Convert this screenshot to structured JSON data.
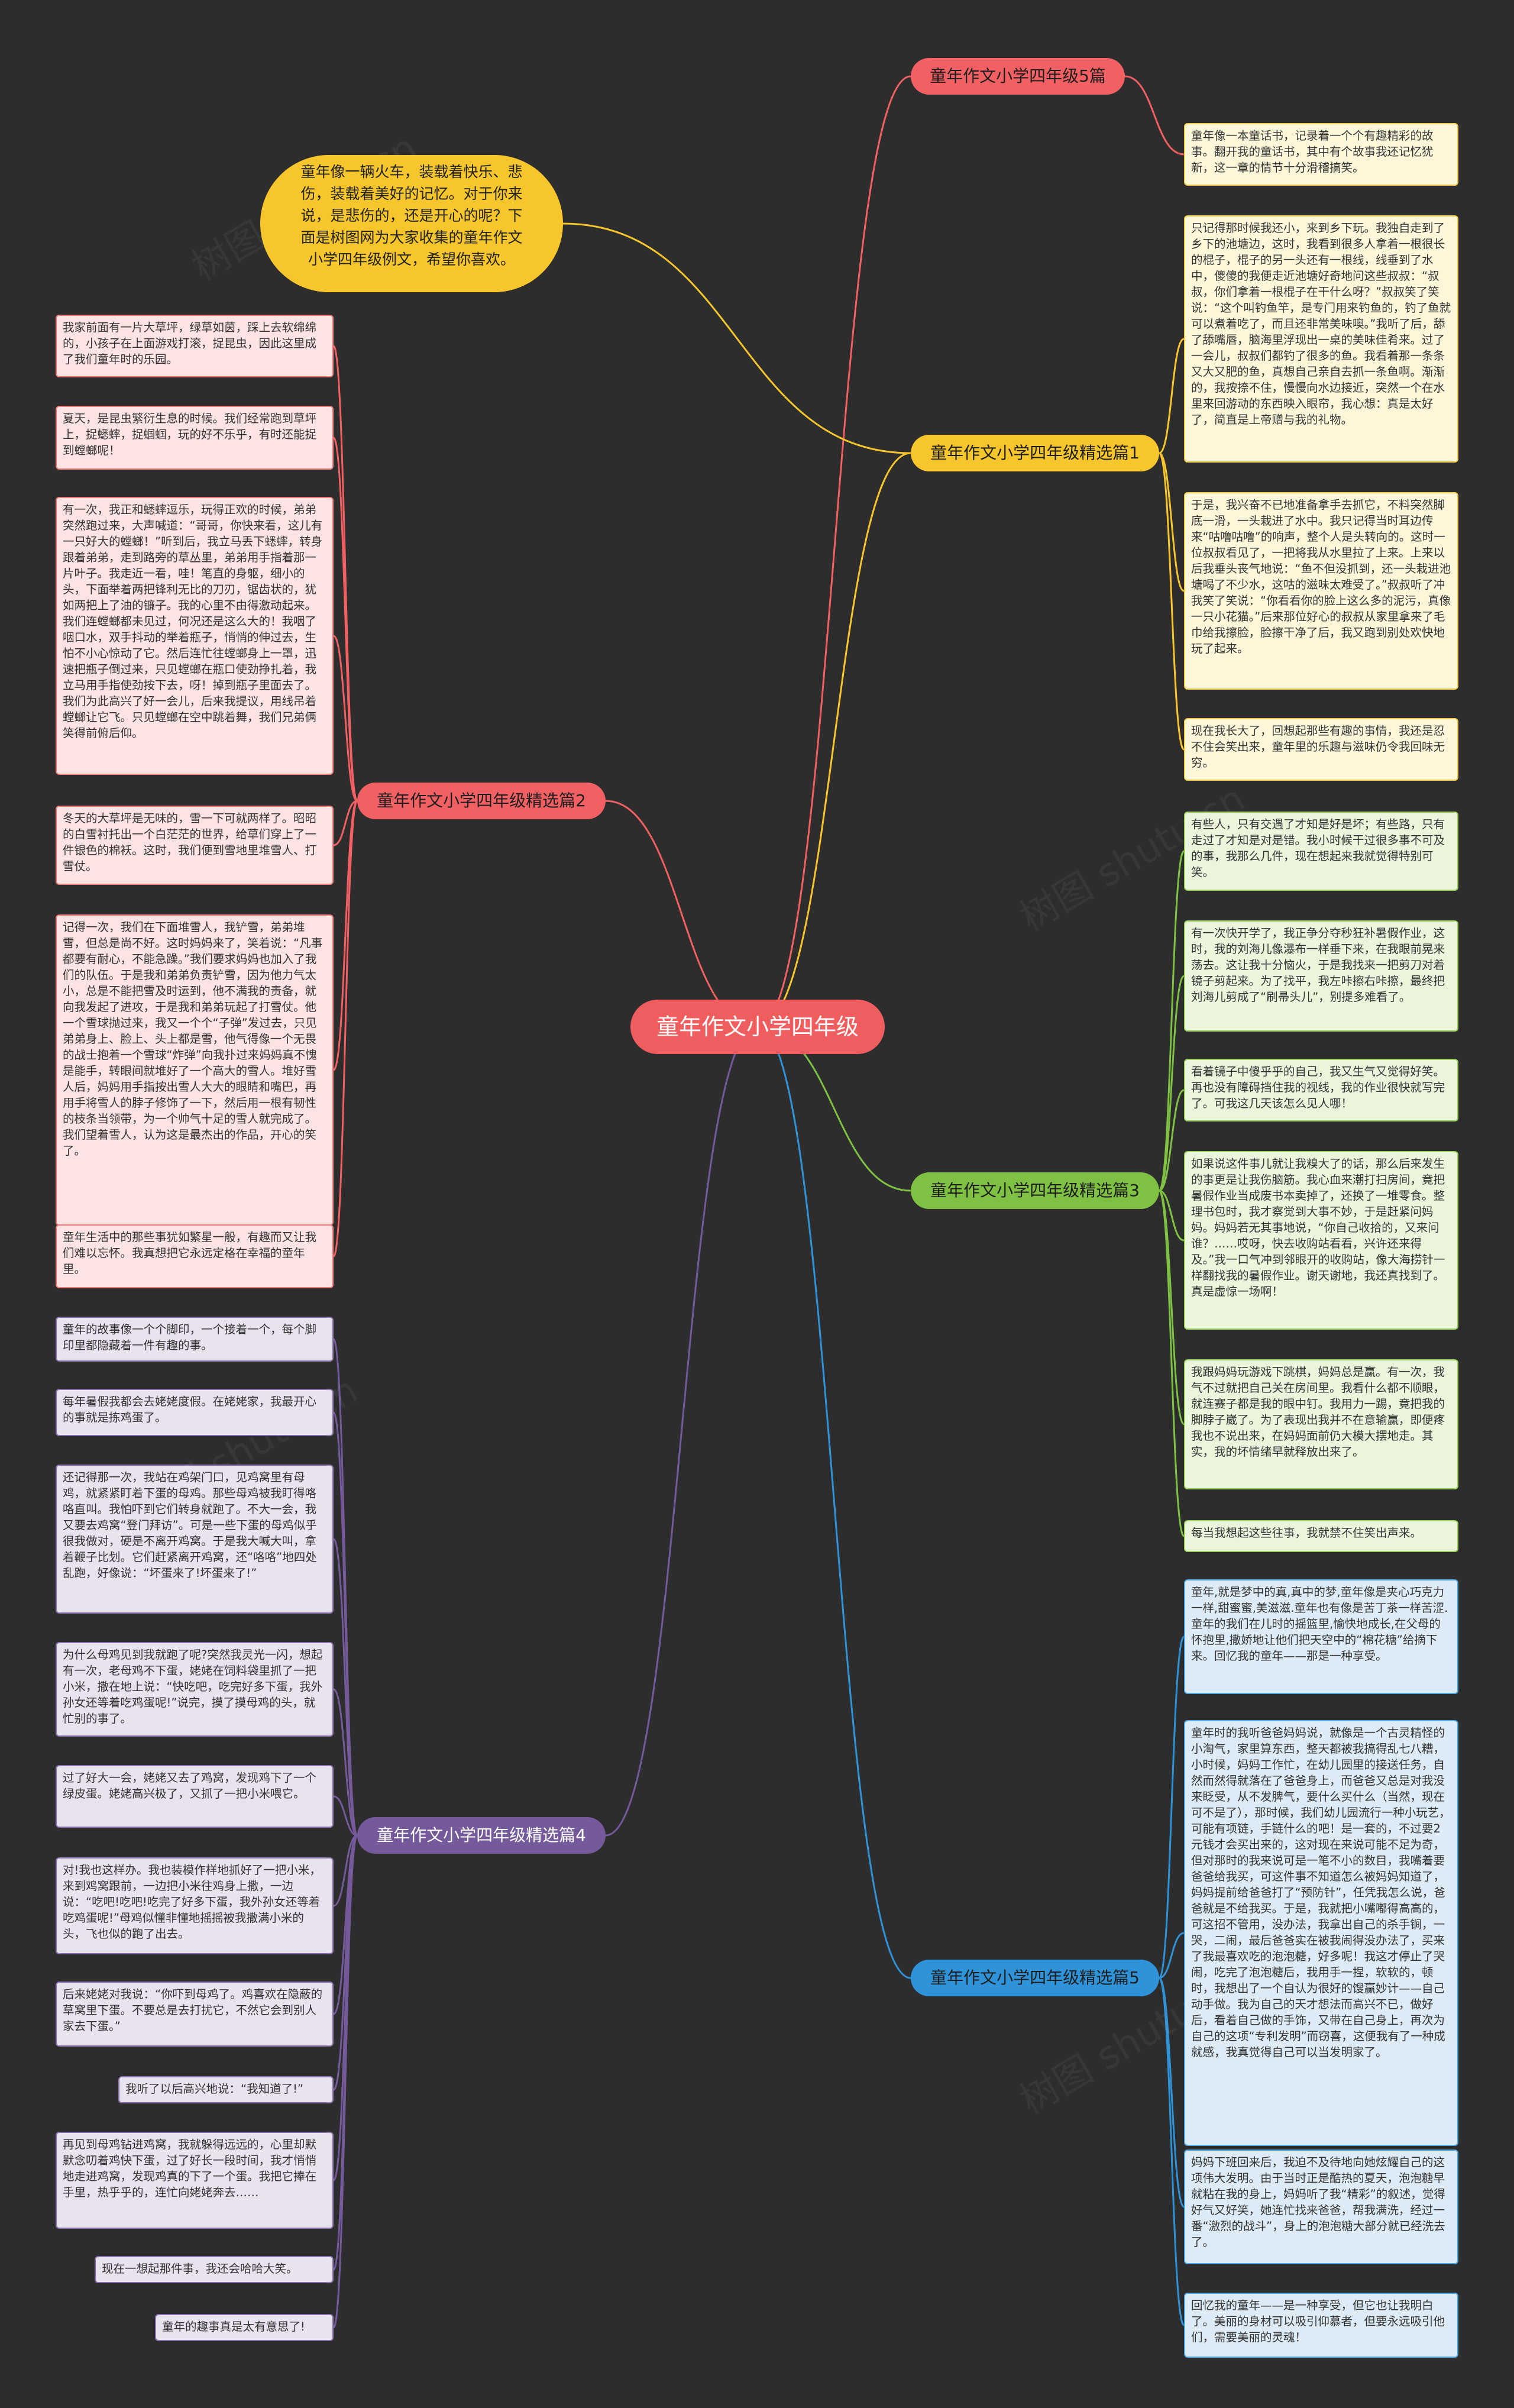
{
  "title": "童年作文小学四年级",
  "watermark": "树图 shutu.cn",
  "intro": "童年像一辆火车，装载着快乐、悲伤，装载着美好的记忆。对于你来说，是悲伤的，还是开心的呢？下面是树图网为大家收集的童年作文小学四年级例文，希望你喜欢。",
  "colors": {
    "background": "#2d2d2d",
    "center": "#ef5d5f",
    "red": "#f26063",
    "yellow": "#f7c52c",
    "green": "#7fc142",
    "blue": "#2e93d8",
    "purple": "#755a9b"
  },
  "branches": {
    "b5": {
      "label": "童年作文小学四年级5篇",
      "leaves": [
        "童年像一本童话书，记录着一个个有趣精彩的故事。翻开我的童话书，其中有个故事我还记忆犹新，这一章的情节十分滑稽搞笑。"
      ]
    },
    "b1": {
      "label": "童年作文小学四年级精选篇1",
      "leaves": [
        "只记得那时候我还小，来到乡下玩。我独自走到了乡下的池塘边，这时，我看到很多人拿着一根很长的棍子，棍子的另一头还有一根线，线垂到了水中，傻傻的我便走近池塘好奇地问这些叔叔：“叔叔，你们拿着一根棍子在干什么呀？”叔叔笑了笑说：“这个叫钓鱼竿，是专门用来钓鱼的，钓了鱼就可以煮着吃了，而且还非常美味噢。”我听了后，舔了舔嘴唇，脑海里浮现出一桌的美味佳肴来。过了一会儿，叔叔们都钓了很多的鱼。我看着那一条条又大又肥的鱼，真想自己亲自去抓一条鱼啊。渐渐的，我按捺不住，慢慢向水边接近，突然一个在水里来回游动的东西映入眼帘，我心想：真是太好了，简直是上帝赠与我的礼物。",
        "于是，我兴奋不已地准备拿手去抓它，不料突然脚底一滑，一头栽进了水中。我只记得当时耳边传来“咕噜咕噜”的响声，整个人是头转向的。这时一位叔叔看见了，一把将我从水里拉了上来。上来以后我垂头丧气地说：“鱼不但没抓到，还一头栽进池塘喝了不少水，这咕的滋味太难受了。”叔叔听了冲我笑了笑说：“你看看你的脸上这么多的泥污，真像一只小花猫。”后来那位好心的叔叔从家里拿来了毛巾给我擦脸，脸擦干净了后，我又跑到别处欢快地玩了起来。",
        "现在我长大了，回想起那些有趣的事情，我还是忍不住会笑出来，童年里的乐趣与滋味仍令我回味无穷。"
      ]
    },
    "b3": {
      "label": "童年作文小学四年级精选篇3",
      "leaves": [
        "有些人，只有交遇了才知是好是坏；有些路，只有走过了才知是对是错。我小时候干过很多事不可及的事，我那么几件，现在想起来我就觉得特别可笑。",
        "有一次快开学了，我正争分夺秒狂补暑假作业，这时，我的刘海儿像瀑布一样垂下来，在我眼前晃来荡去。这让我十分恼火，于是我找来一把剪刀对着镜子剪起来。为了找平，我左咔擦右咔擦，最终把刘海儿剪成了“刷帚头儿”，别提多难看了。",
        "看着镜子中傻乎乎的自己，我又生气又觉得好笑。再也没有障碍挡住我的视线，我的作业很快就写完了。可我这几天该怎么见人哪！",
        "如果说这件事儿就让我糗大了的话，那么后来发生的事更是让我伤脑筋。我心血来潮打扫房间，竟把暑假作业当成废书本卖掉了，还换了一堆零食。整理书包时，我才察觉到大事不妙，于是赶紧问妈妈。妈妈若无其事地说，“你自己收拾的，又来问谁？……哎呀，快去收购站看看，兴许还来得及。”我一口气冲到邻眼开的收购站，像大海捞针一样翻找我的暑假作业。谢天谢地，我还真找到了。真是虚惊一场啊！",
        "我跟妈妈玩游戏下跳棋，妈妈总是赢。有一次，我气不过就把自己关在房间里。我看什么都不顺眼，就连赛子都是我的眼中钉。我用力一踢，竟把我的脚脖子崴了。为了表现出我并不在意输赢，即便疼我也不说出来，在妈妈面前仍大模大摆地走。其实，我的坏情绪早就释放出来了。",
        "每当我想起这些往事，我就禁不住笑出声来。"
      ]
    },
    "b05": {
      "label": "童年作文小学四年级精选篇5",
      "leaves": [
        "童年,就是梦中的真,真中的梦,童年像是夹心巧克力一样,甜蜜蜜,美滋滋.童年也有像是苦丁茶一样苦涩.童年的我们在儿时的摇篮里,愉快地成长,在父母的怀抱里,撒娇地让他们把天空中的“棉花糖”给摘下来。回忆我的童年——那是一种享受。",
        "童年时的我听爸爸妈妈说，就像是一个古灵精怪的小淘气，家里算东西，整天都被我搞得乱七八糟，小时候，妈妈工作忙，在幼儿园里的接送任务，自然而然得就落在了爸爸身上，而爸爸又总是对我没来眨受，从不发脾气，要什么买什么（当然，现在可不是了），那时候，我们幼儿园流行一种小玩艺，可能有项链，手链什么的吧！是一套的，不过要2元钱才会买出来的，这对现在来说可能不足为奇，但对那时的我来说可是一笔不小的数目，我嘴着要爸爸给我买，可这件事不知道怎么被妈妈知道了，妈妈提前给爸爸打了“预防针”，任凭我怎么说，爸爸就是不给我买。于是，我就把小嘴嘟得高高的，可这招不管用，没办法，我拿出自己的杀手锏，一哭，二闹，最后爸爸实在被我闹得没办法了，买来了我最喜欢吃的泡泡糖，好多呢！我这才停止了哭闹，吃完了泡泡糖后，我用手一捏，软软的，顿时，我想出了一个自认为很好的馊赢妙计——自己动手做。我为自己的天才想法而高兴不已，做好后，看着自己做的手饰，又带在自己身上，再次为自己的这项“专利发明”而窃喜，这便我有了一种成就感，我真觉得自己可以当发明家了。",
        "妈妈下班回来后，我迫不及待地向她炫耀自己的这项伟大发明。由于当时正是酷热的夏天，泡泡糖早就粘在我的身上，妈妈听了我“精彩”的叙述，觉得好气又好笑，她连忙找来爸爸，帮我满洗，经过一番“激烈的战斗”，身上的泡泡糖大部分就已经洗去了。",
        "回忆我的童年——是一种享受，但它也让我明白了。美丽的身材可以吸引仰慕者，但要永远吸引他们，需要美丽的灵魂！"
      ]
    },
    "b2": {
      "label": "童年作文小学四年级精选篇2",
      "leaves": [
        "我家前面有一片大草坪，绿草如茵，踩上去软绵绵的，小孩子在上面游戏打滚，捉昆虫，因此这里成了我们童年时的乐园。",
        "夏天，是昆虫繁衍生息的时候。我们经常跑到草坪上，捉蟋蟀，捉蝈蝈，玩的好不乐乎，有时还能捉到螳螂呢！",
        "有一次，我正和蟋蟀逗乐，玩得正欢的时候，弟弟突然跑过来，大声喊道：“哥哥，你快来看，这儿有一只好大的螳螂！”听到后，我立马丢下蟋蟀，转身跟着弟弟，走到路旁的草丛里，弟弟用手指着那一片叶子。我走近一看，哇！笔直的身躯，细小的头，下面举着两把锋利无比的刀刃，锯齿状的，犹如两把上了油的镰子。我的心里不由得激动起来。我们连螳螂都未见过，何况还是这么大的！我咽了咽口水，双手抖动的举着瓶子，悄悄的伸过去，生怕不小心惊动了它。然后连忙往螳螂身上一罩，迅速把瓶子倒过来，只见螳螂在瓶口使劲挣扎着，我立马用手指使劲按下去，呀！掉到瓶子里面去了。我们为此高兴了好一会儿，后来我提议，用线吊着螳螂让它飞。只见螳螂在空中跳着舞，我们兄弟俩笑得前俯后仰。",
        "冬天的大草坪是无味的，雪一下可就两样了。昭昭的白雪衬托出一个白茫茫的世界，给草们穿上了一件银色的棉袄。这时，我们便到雪地里堆雪人、打雪仗。",
        "记得一次，我们在下面堆雪人，我铲雪，弟弟堆雪，但总是尚不好。这时妈妈来了，笑着说：“凡事都要有耐心，不能急躁。”我们要求妈妈也加入了我们的队伍。于是我和弟弟负责铲雪，因为他力气太小，总是不能把雪及时运到，他不满我的责备，就向我发起了进攻，于是我和弟弟玩起了打雪仗。他一个雪球抛过来，我又一个个“子弹”发过去，只见弟弟身上、脸上、头上都是雪，他气得像一个无畏的战士抱着一个雪球“炸弹”向我扑过来妈妈真不愧是能手，转眼间就堆好了一个高大的雪人。堆好雪人后，妈妈用手指按出雪人大大的眼睛和嘴巴，再用手将雪人的脖子修饰了一下，然后用一根有韧性的枝条当领带，为一个帅气十足的雪人就完成了。我们望着雪人，认为这是最杰出的作品，开心的笑了。",
        "童年生活中的那些事犹如繁星一般，有趣而又让我们难以忘怀。我真想把它永远定格在幸福的童年里。"
      ]
    },
    "b4": {
      "label": "童年作文小学四年级精选篇4",
      "leaves": [
        "童年的故事像一个个脚印，一个接着一个，每个脚印里都隐藏着一件有趣的事。",
        "每年暑假我都会去姥姥度假。在姥姥家，我最开心的事就是拣鸡蛋了。",
        "还记得那一次，我站在鸡架门口，见鸡窝里有母鸡，就紧紧盯着下蛋的母鸡。那些母鸡被我盯得咯咯直叫。我怕吓到它们转身就跑了。不大一会，我又要去鸡窝“登门拜访”。可是一些下蛋的母鸡似乎很我做对，硬是不离开鸡窝。于是我大喊大叫，拿着鞭子比划。它们赶紧离开鸡窝，还“咯咯”地四处乱跑，好像说：“坏蛋来了!坏蛋来了!”",
        "为什么母鸡见到我就跑了呢?突然我灵光一闪，想起有一次，老母鸡不下蛋，姥姥在饲料袋里抓了一把小米，撒在地上说：“快吃吧，吃完好多下蛋，我外孙女还等着吃鸡蛋呢!”说完，摸了摸母鸡的头，就忙别的事了。",
        "过了好大一会，姥姥又去了鸡窝，发现鸡下了一个绿皮蛋。姥姥高兴极了，又抓了一把小米喂它。",
        "对!我也这样办。我也装模作样地抓好了一把小米，来到鸡窝跟前，一边把小米往鸡身上撒，一边说：“吃吧!吃吧!吃完了好多下蛋，我外孙女还等着吃鸡蛋呢!”母鸡似懂非懂地摇摇被我撒满小米的头，飞也似的跑了出去。",
        "后来姥姥对我说：“你吓到母鸡了。鸡喜欢在隐蔽的草窝里下蛋。不要总是去打扰它，不然它会到别人家去下蛋。”",
        "我听了以后高兴地说：“我知道了!”",
        "再见到母鸡钻进鸡窝，我就躲得远远的，心里却默默念叨着鸡快下蛋，过了好长一段时间，我才悄悄地走进鸡窝，发现鸡真的下了一个蛋。我把它捧在手里，热乎乎的，连忙向姥姥奔去……",
        "现在一想起那件事，我还会哈哈大笑。",
        "童年的趣事真是太有意思了!"
      ]
    }
  }
}
